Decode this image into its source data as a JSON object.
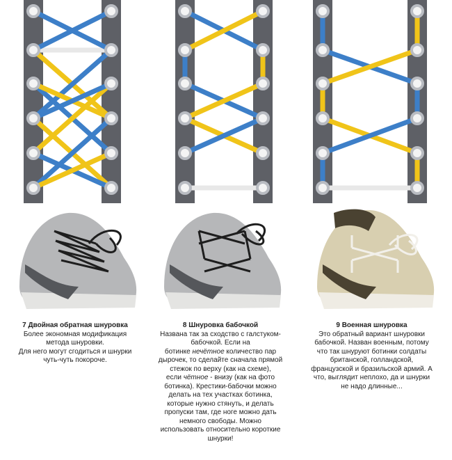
{
  "colors": {
    "board": "#5e6066",
    "board_dark": "#3b3d42",
    "eyelet_ring": "#b9bcc2",
    "eyelet_hole": "#f4f4f4",
    "lace_blue": "#3d7fc8",
    "lace_yellow": "#f0c419",
    "lace_white": "#e8e8e8",
    "shoe_gray": "#a8a9ab",
    "shoe_dark": "#55575b",
    "shoe_tan": "#d8cfb0",
    "shoe_olive": "#4a4231",
    "lace_black": "#1e1e1e"
  },
  "items": [
    {
      "number": "7",
      "title": "7 Двойная обратная шнуровка",
      "lines": [
        "Более экономная модификация",
        "метода шнуровки.",
        "Для него могут сгодиться и шнурки",
        "чуть-чуть покороче."
      ],
      "diagram_icon": "double-reverse-lacing-diagram",
      "photo_icon": "gray-sneaker-photo"
    },
    {
      "number": "8",
      "title": "8 Шнуровка бабочкой",
      "lines_html_parts": {
        "l1": "Названа так за сходство с галстуком-",
        "l2": "бабочкой. Если на",
        "l3a": "ботинке ",
        "l3b": "нечётное",
        "l3c": " количество пар",
        "l4": "дырочек, то сделайте сначала прямой",
        "l5": "стежок по верху (как на схеме),",
        "l6a": "если ",
        "l6b": "чётное",
        "l6c": " - внизу (как на фото",
        "l7": "ботинка). Крестики-бабочки можно",
        "l8": "делать на тех участках ботинка,",
        "l9": "которые нужно стянуть, и делать",
        "l10": "пропуски там, где ноге можно дать",
        "l11": "немного свободы. Можно",
        "l12": "использовать относительно короткие",
        "l13": "шнурки!"
      },
      "diagram_icon": "butterfly-lacing-diagram",
      "photo_icon": "gray-sneaker-photo"
    },
    {
      "number": "9",
      "title": "9 Военная шнуровка",
      "lines": [
        "Это обратный вариант шнуровки",
        "бабочкой. Назван военным, потому",
        "что так шнуруют ботинки солдаты",
        "британской, голландской,",
        "французской и бразильской армий. А",
        "что, выглядит неплохо, да и шнурки",
        "не надо длинные..."
      ],
      "diagram_icon": "military-lacing-diagram",
      "photo_icon": "tan-sneaker-photo"
    }
  ]
}
